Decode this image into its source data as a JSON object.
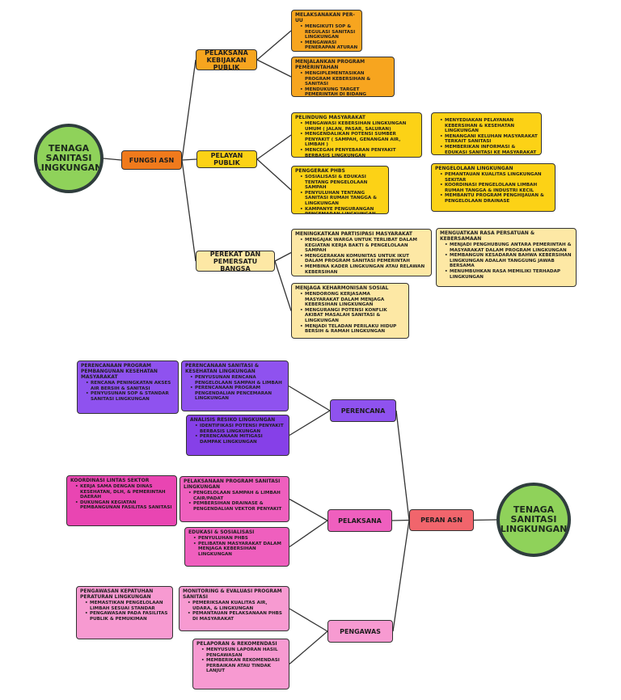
{
  "roots": [
    {
      "id": "root-top",
      "label": "TENAGA SANITASI LINGKUNGAN"
    },
    {
      "id": "root-bottom",
      "label": "TENAGA SANITASI LINGKUNGAN"
    }
  ],
  "branches": [
    {
      "id": "fungsi",
      "label": "FUNGSI ASN"
    },
    {
      "id": "peran",
      "label": "PERAN ASN"
    }
  ],
  "categories": [
    {
      "id": "pelaksana-kebijakan",
      "label": "PELAKSANA KEBIJAKAN PUBLIK"
    },
    {
      "id": "pelayan-publik",
      "label": "PELAYAN PUBLIK"
    },
    {
      "id": "perekat",
      "label": "PEREKAT DAN PEMERSATU BANGSA"
    },
    {
      "id": "perencana",
      "label": "PERENCANA"
    },
    {
      "id": "pelaksana",
      "label": "PELAKSANA"
    },
    {
      "id": "pengawas",
      "label": "PENGAWAS"
    }
  ],
  "leaves": [
    {
      "id": "sop",
      "title": "MELAKSANAKAN PER-UU",
      "items": [
        "MENGIKUTI SOP & REGULASI SANITASI LINGKUNGAN",
        "MENGAWASI PENERAPAN ATURAN DILAPANGAN"
      ]
    },
    {
      "id": "program",
      "title": "MENJALANKAN PROGRAM PEMERINTAHAN",
      "items": [
        "MENGIPLEMENTASIKAN PROGRAM KEBERSIHAN & SANITASI",
        "MENDUKUNG TARGET PEMERINTAH DI BIDANG KESEHATAN LINGKUNGAN"
      ]
    },
    {
      "id": "pelindung",
      "title": "PELINDUNG MASYARAKAT",
      "items": [
        "MENGAWASI KEBERSIHAN LINGKUNGAN UMUM ( JALAN, PASAR, SALURAN)",
        "MENGENDALIKAN POTENSI SUMBER PENYAKIT ( SAMPAH, GENANGAN AIR, LIMBAH )",
        "MENCEGAH PENYEBARAN PENYAKIT BERBASIS LINGKUNGAN"
      ]
    },
    {
      "id": "pelayanan",
      "title": "",
      "items": [
        "MENYEDIAKAN PELAYANAN KEBERSIHAN & KESEHATAN LINGKUNGAN",
        "MENANGANI KELUHAN MASYARAKAT TERKAIT SANITASI",
        "MEMBERIKAN INFORMASI & EDUKASI SANITASI KE MASYARAKAT"
      ]
    },
    {
      "id": "phbs",
      "title": "PENGGERAK PHBS",
      "items": [
        "SOSIALISASI & EDUKASI TENTANG PENGELOLAAN SAMPAH",
        "PENYULUHAN TENTANG SANITASI RUMAH TANGGA & LINGKUNGAN",
        "KAMPANYE PENGURANGAN PENCEMARAN LINGKUNGAN"
      ]
    },
    {
      "id": "pengelolaan",
      "title": "PENGELOLAAN LINGKUNGAN",
      "items": [
        "PEMANTAUAN KUALITAS LINGKUNGAN SEKITAR",
        "KOORDINASI PENGELOLAAN LIMBAH RUMAH TANGGA & INDUSTRI KECIL",
        "MEMBANTU PROGRAM PENGHIJAUAN & PENGELOLAAN DRAINASE"
      ]
    },
    {
      "id": "partisipasi",
      "title": "MENINGKATKAN PARTISIPASI MASYARAKAT",
      "items": [
        "MENGAJAK WARGA UNTUK TERLIBAT DALAM KEGIATAN KERJA BAKTI & PENGELOLAAN SAMPAH",
        "MENGGERAKAN KOMUNITAS UNTUK IKUT DALAM PROGRAM SANITASI PEMERINTAH",
        "MEMBINA KADER LINGKUNGAN ATAU RELAWAN KEBERSIHAN"
      ]
    },
    {
      "id": "persatuan",
      "title": "MENGUATKAN RASA PERSATUAN & KEBERSAMAAN",
      "items": [
        "MENJADI PENGHUBUNG ANTARA PEMERINTAH & MASYARAKAT DALAM PROGRAM LINGKUNGAN",
        "MEMBANGUN KESADARAN BAHWA KEBERSIHAN LINGKUNGAN ADALAH TANGGUNG JAWAB BERSAMA",
        "MENUMBUHKAN RASA MEMILIKI TERHADAP LINGKUNGAN"
      ]
    },
    {
      "id": "harmonis",
      "title": "MENJAGA KEHARMONISAN SOSIAL",
      "items": [
        "MENDORONG KERJASAMA MASYARAKAT DALAM MENJAGA KEBERSIHAN LINGKUNGAN",
        "MENGURANGI POTENSI KONFLIK AKIBAT MASALAH SANITASI & LINGKUNGAN",
        "MENJADI TELADAN PERILAKU HIDUP BERSIH & RAMAH LINGKUNGAN"
      ]
    },
    {
      "id": "perencanaan-program",
      "title": "PERENCANAAN PROGRAM PEMBANGUNAN KESEHATAN MASYARAKAT",
      "items": [
        "RENCANA PENINGKATAN AKSES AIR BERSIH & SANITASI",
        "PENYUSUNAN SOP & STANDAR SANITASI LINGKUNGAN"
      ]
    },
    {
      "id": "perencanaan-sanitasi",
      "title": "PERENCANAAN SANITASI & KESEHATAN LINGKUNGAN",
      "items": [
        "PENYUSUNAN RENCANA PENGELOLAAN SAMPAH & LIMBAH",
        "PERENCANAAN PROGRAM PENGENDALIAN PENCEMARAN LINGKUNGAN"
      ]
    },
    {
      "id": "analisis",
      "title": "ANALISIS RESIKO LINGKUNGAN",
      "items": [
        "IDENTIFIKASI POTENSI PENYAKIT BERBASIS LINGKUNGAN",
        "PERENCANAAN MITIGASI DAMPAK LINGKUNGAN"
      ]
    },
    {
      "id": "koordinasi",
      "title": "KOORDINASI LINTAS SEKTOR",
      "items": [
        "KERJA SAMA DENGAN DINAS KESEHATAN, DLH, & PEMERINTAH DAERAH",
        "DUKUNGAN KEGIATAN PEMBANGUNAN FASILITAS SANITASI"
      ]
    },
    {
      "id": "pelaksanaan",
      "title": "PELAKSANAAN PROGRAM SANITASI LINGKUNGAN",
      "items": [
        "PENGELOLAAN SAMPAH & LIMBAH CAIR/PADAT",
        "PEMBERSIHAN DRAINASE & PENGENDALIAN VEKTOR PENYAKIT"
      ]
    },
    {
      "id": "edukasi",
      "title": "EDUKASI & SOSIALISASI",
      "items": [
        "PENYULUHAN PHBS",
        "PELIBATAN MASYARAKAT DALAM MENJAGA KEBERSIHAN LINGKUNGAN"
      ]
    },
    {
      "id": "pengawasan",
      "title": "PENGAWASAN KEPATUHAN PERATURAN LINGKUNGAN",
      "items": [
        "MEMASTIKAN PENGELOLAAN LIMBAH SESUAI STANDAR",
        "PENGAWASAN PADA FASILITAS PUBLIK & PEMUKIMAN"
      ]
    },
    {
      "id": "monitoring",
      "title": "MONITORING & EVALUASI PROGRAM SANITASI",
      "items": [
        "PEMERIKSAAN KUALITAS AIR, UDARA, & LINGKUNGAN",
        "PEMANTAUAN PELAKSANAAN PHBS DI MASYARAKAT"
      ]
    },
    {
      "id": "pelaporan",
      "title": "PELAPORAN & REKOMENDASI",
      "items": [
        "MENYUSUN LAPORAN HASIL PENGAWASAN",
        "MEMBERIKAN REKOMENDASI PERBAIKAN ATAU TINDAK LANJUT"
      ]
    }
  ],
  "colors": {
    "root": "#8fd25a",
    "branch_fungsi": "#f07a1c",
    "pelaksana_kebijakan": "#f7a51f",
    "pelayan_publik": "#fcd216",
    "perekat": "#fde8a5",
    "perencana": "#8f52ef",
    "pelaksana": "#ef5fbe",
    "pengawas": "#f79ad1",
    "branch_peran": "#f1656c"
  },
  "edges": [
    [
      "root-top",
      "fungsi"
    ],
    [
      "fungsi",
      "pelaksana-kebijakan"
    ],
    [
      "fungsi",
      "pelayan-publik"
    ],
    [
      "fungsi",
      "perekat"
    ],
    [
      "pelaksana-kebijakan",
      "sop"
    ],
    [
      "pelaksana-kebijakan",
      "program"
    ],
    [
      "pelayan-publik",
      "pelindung"
    ],
    [
      "pelayan-publik",
      "phbs"
    ],
    [
      "perekat",
      "partisipasi"
    ],
    [
      "perekat",
      "harmonis"
    ],
    [
      "root-bottom",
      "peran"
    ],
    [
      "peran",
      "perencana"
    ],
    [
      "peran",
      "pelaksana"
    ],
    [
      "peran",
      "pengawas"
    ],
    [
      "perencana",
      "perencanaan-sanitasi"
    ],
    [
      "perencana",
      "analisis"
    ],
    [
      "pelaksana",
      "pelaksanaan"
    ],
    [
      "pelaksana",
      "edukasi"
    ],
    [
      "pengawas",
      "monitoring"
    ],
    [
      "pengawas",
      "pelaporan"
    ]
  ]
}
